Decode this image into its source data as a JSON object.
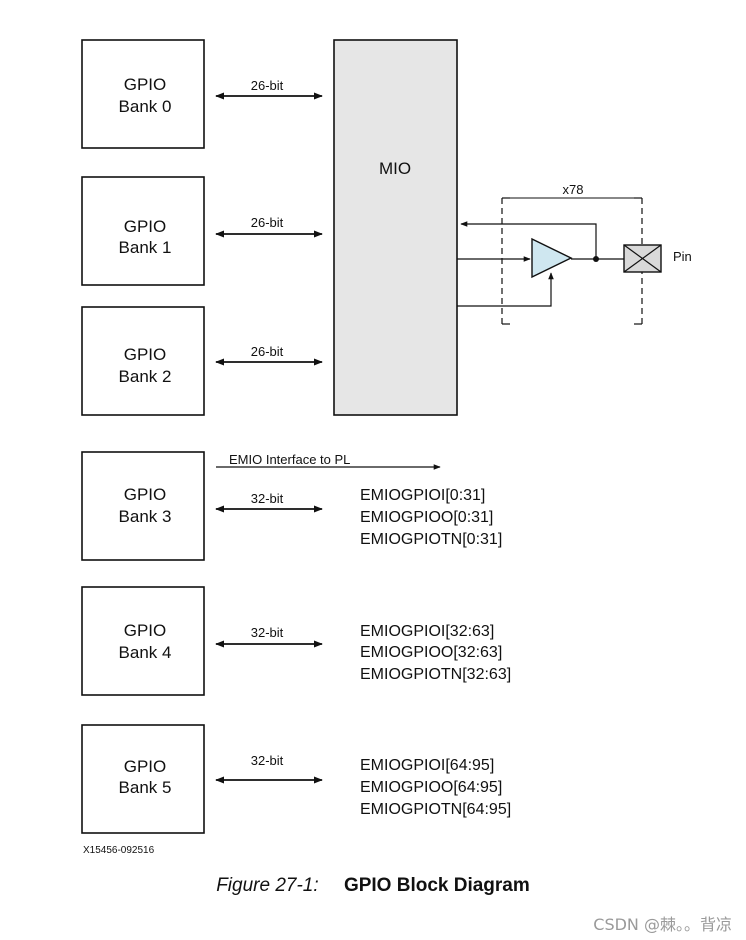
{
  "banks": [
    {
      "title": "GPIO",
      "bank": "Bank 0",
      "width": "26-bit"
    },
    {
      "title": "GPIO",
      "bank": "Bank 1",
      "width": "26-bit"
    },
    {
      "title": "GPIO",
      "bank": "Bank 2",
      "width": "26-bit"
    },
    {
      "title": "GPIO",
      "bank": "Bank 3",
      "width": "32-bit"
    },
    {
      "title": "GPIO",
      "bank": "Bank 4",
      "width": "32-bit"
    },
    {
      "title": "GPIO",
      "bank": "Bank 5",
      "width": "32-bit"
    }
  ],
  "mio": {
    "label": "MIO",
    "multiplier": "x78",
    "pin_label": "Pin"
  },
  "emio": {
    "interface_label": "EMIO Interface to PL",
    "groups": [
      [
        "EMIOGPIOI[0:31]",
        "EMIOGPIOO[0:31]",
        "EMIOGPIOTN[0:31]"
      ],
      [
        "EMIOGPIOI[32:63]",
        "EMIOGPIOO[32:63]",
        "EMIOGPIOTN[32:63]"
      ],
      [
        "EMIOGPIOI[64:95]",
        "EMIOGPIOO[64:95]",
        "EMIOGPIOTN[64:95]"
      ]
    ]
  },
  "figure_id": "X15456-092516",
  "caption": {
    "number": "Figure 27-1:",
    "title": "GPIO Block Diagram"
  },
  "watermark": "CSDN @棘。。背凉"
}
